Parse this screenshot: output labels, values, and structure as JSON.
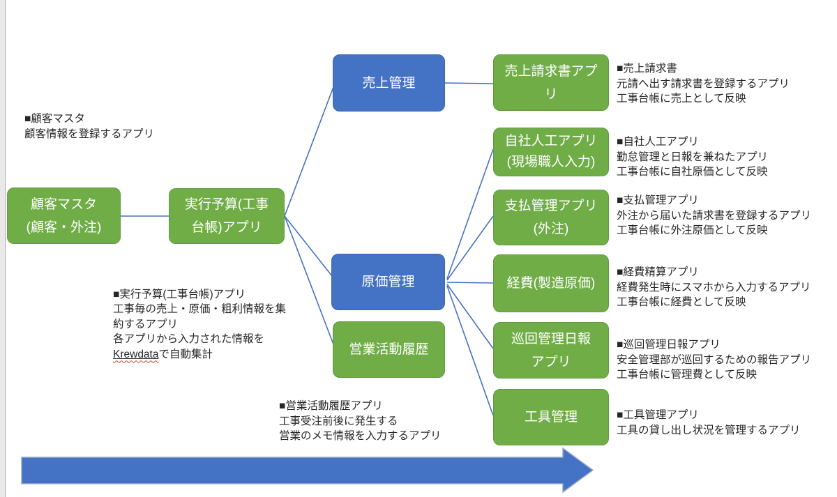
{
  "colors": {
    "node_green": "#70AD47",
    "node_green_border": "#619A3E",
    "node_blue": "#4472C4",
    "node_blue_border": "#3C65AE",
    "connector": "#4472C4",
    "arrow_fill": "#4472C4",
    "arrow_border": "#9AA9C7",
    "note_text": "#262626",
    "spellcheck_red": "#E03C31",
    "page_margin_bg": "#E9E9E9",
    "page_margin_line": "#ABABAB"
  },
  "nodes": [
    {
      "id": "customer-master",
      "label": "顧客マスタ\n(顧客・外注)"
    },
    {
      "id": "budget-ledger-app",
      "label": "実行予算(工事\n台帳)アプリ"
    },
    {
      "id": "sales-management",
      "label": "売上管理"
    },
    {
      "id": "cost-management",
      "label": "原価管理"
    },
    {
      "id": "sales-activity-history",
      "label": "営業活動履歴"
    },
    {
      "id": "sales-invoice-app",
      "label": "売上請求書アプ\nリ"
    },
    {
      "id": "in-house-labor-app",
      "label": "自社人工アプリ\n(現場職人入力)"
    },
    {
      "id": "payment-management-app",
      "label": "支払管理アプリ\n(外注)"
    },
    {
      "id": "expenses-manufacturing",
      "label": "経費(製造原価)"
    },
    {
      "id": "patrol-daily-report-app",
      "label": "巡回管理日報\nアプリ"
    },
    {
      "id": "tool-management",
      "label": "工具管理"
    }
  ],
  "notes": {
    "customer_master": "■顧客マスタ\n顧客情報を登録するアプリ",
    "budget_head": "■実行予算(工事台帳)アプリ\n工事毎の売上・原価・粗利情報を集\n約するアプリ\n各アプリから入力された情報を",
    "budget_krewdata": "Krewdata",
    "budget_tail": "で自動集計",
    "sales_activity": "■営業活動履歴アプリ\n工事受注前後に発生する\n営業のメモ情報を入力するアプリ",
    "sales_invoice": "■売上請求書\n元請へ出す請求書を登録するアプリ\n工事台帳に売上として反映",
    "in_house_labor": "■自社人工アプリ\n勤怠管理と日報を兼ねたアプリ\n工事台帳に自社原価として反映",
    "payment": "■支払管理アプリ\n外注から届いた請求書を登録するアプリ\n工事台帳に外注原価として反映",
    "expense": "■経費精算アプリ\n経費発生時にスマホから入力するアプリ\n工事台帳に経費として反映",
    "patrol": "■巡回管理日報アプリ\n安全管理部が巡回するための報告アプリ\n工事台帳に管理費として反映",
    "tool": "■工具管理アプリ\n工具の貸し出し状況を管理するアプリ"
  }
}
